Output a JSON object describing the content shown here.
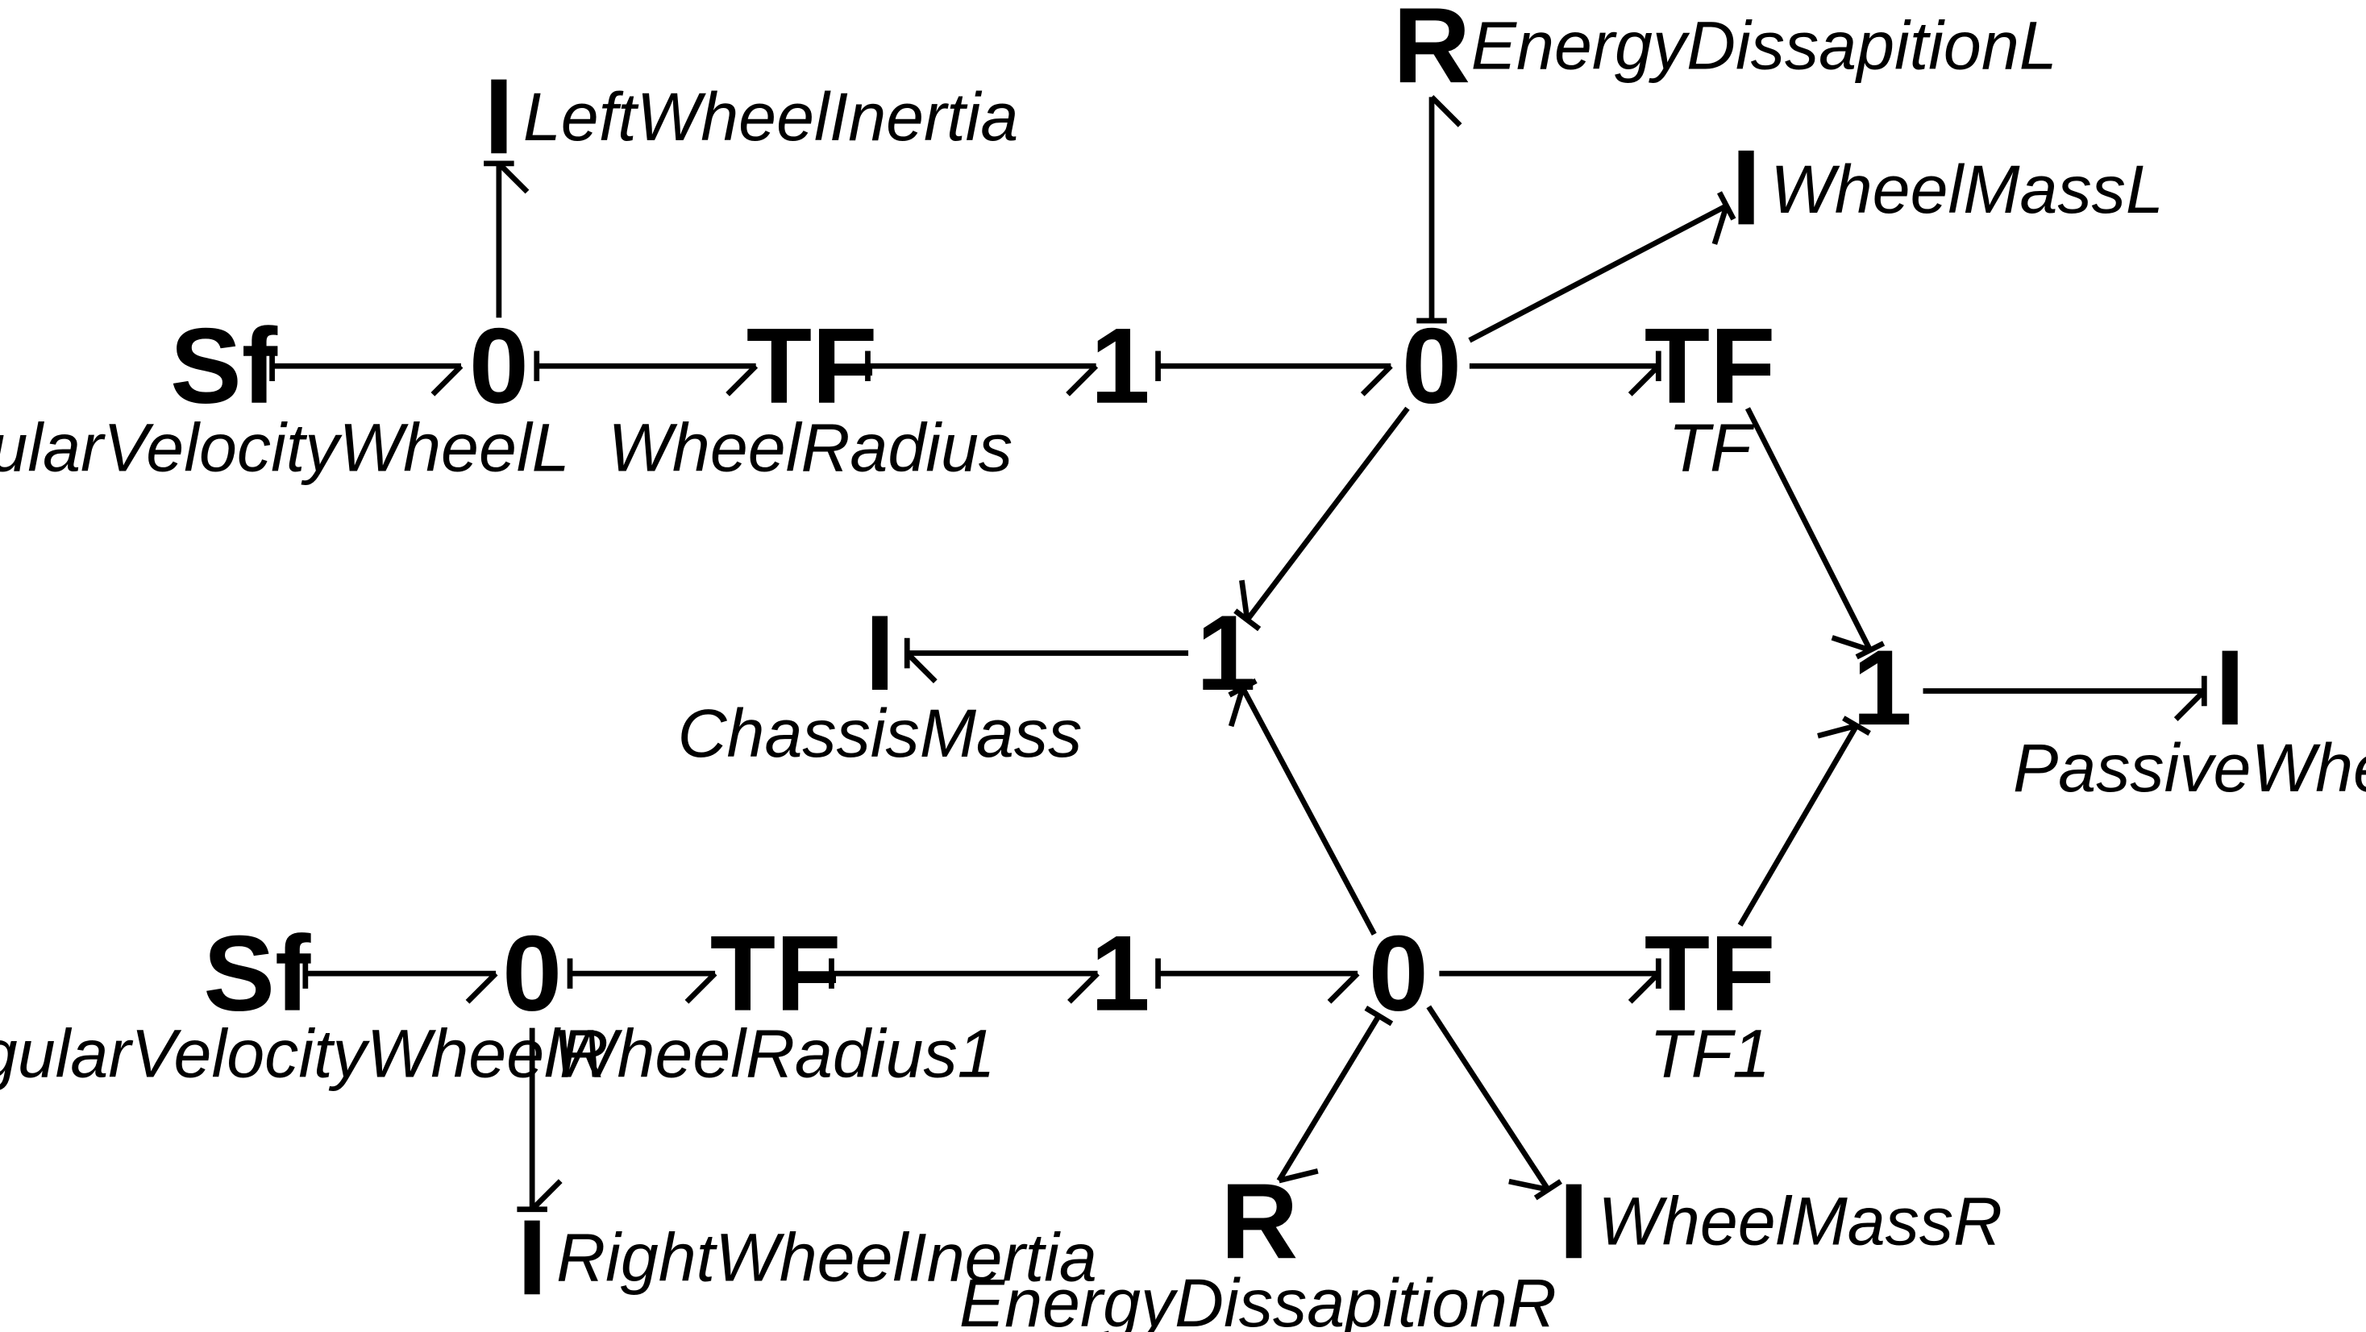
{
  "diagram_type": "bond graph",
  "colors": {
    "background": "#ffffff",
    "ink": "#000000"
  },
  "nodes": {
    "sf_l": {
      "symbol": "Sf",
      "label": "AngularVelocityWheelL"
    },
    "j0_l1": {
      "symbol": "0",
      "label": ""
    },
    "i_lwi": {
      "symbol": "I",
      "label": "LeftWheelInertia"
    },
    "tf_wr": {
      "symbol": "TF",
      "label": "WheelRadius"
    },
    "j1_l": {
      "symbol": "1",
      "label": ""
    },
    "j0_l2": {
      "symbol": "0",
      "label": ""
    },
    "r_edl": {
      "symbol": "R",
      "label": "EnergyDissapitionL"
    },
    "i_wml": {
      "symbol": "I",
      "label": "WheelMassL"
    },
    "tf_tf": {
      "symbol": "TF",
      "label": "TF"
    },
    "j1_c": {
      "symbol": "1",
      "label": ""
    },
    "i_cm": {
      "symbol": "I",
      "label": "ChassisMass"
    },
    "j1_p": {
      "symbol": "1",
      "label": ""
    },
    "i_pw": {
      "symbol": "I",
      "label": "PassiveWheel"
    },
    "sf_r": {
      "symbol": "Sf",
      "label": "AngularVelocityWheelR"
    },
    "j0_r1": {
      "symbol": "0",
      "label": ""
    },
    "i_rwi": {
      "symbol": "I",
      "label": "RightWheelInertia"
    },
    "tf_wr1": {
      "symbol": "TF",
      "label": "WheelRadius1"
    },
    "j1_r": {
      "symbol": "1",
      "label": ""
    },
    "j0_r2": {
      "symbol": "0",
      "label": ""
    },
    "r_edr": {
      "symbol": "R",
      "label": "EnergyDissapitionR"
    },
    "i_wmr": {
      "symbol": "I",
      "label": "WheelMassR"
    },
    "tf_tf1": {
      "symbol": "TF",
      "label": "TF1"
    }
  },
  "bonds": [
    {
      "from": "sf_l",
      "to": "j0_l1"
    },
    {
      "from": "j0_l1",
      "to": "i_lwi"
    },
    {
      "from": "j0_l1",
      "to": "tf_wr"
    },
    {
      "from": "tf_wr",
      "to": "j1_l"
    },
    {
      "from": "j1_l",
      "to": "j0_l2"
    },
    {
      "from": "j0_l2",
      "to": "r_edl"
    },
    {
      "from": "j0_l2",
      "to": "i_wml"
    },
    {
      "from": "j0_l2",
      "to": "tf_tf"
    },
    {
      "from": "j0_l2",
      "to": "j1_c"
    },
    {
      "from": "j1_c",
      "to": "i_cm"
    },
    {
      "from": "tf_tf",
      "to": "j1_p"
    },
    {
      "from": "j1_p",
      "to": "i_pw"
    },
    {
      "from": "sf_r",
      "to": "j0_r1"
    },
    {
      "from": "j0_r1",
      "to": "i_rwi"
    },
    {
      "from": "j0_r1",
      "to": "tf_wr1"
    },
    {
      "from": "tf_wr1",
      "to": "j1_r"
    },
    {
      "from": "j1_r",
      "to": "j0_r2"
    },
    {
      "from": "j0_r2",
      "to": "j1_c"
    },
    {
      "from": "j0_r2",
      "to": "tf_tf1"
    },
    {
      "from": "j0_r2",
      "to": "r_edr"
    },
    {
      "from": "j0_r2",
      "to": "i_wmr"
    },
    {
      "from": "tf_tf1",
      "to": "j1_p"
    }
  ]
}
